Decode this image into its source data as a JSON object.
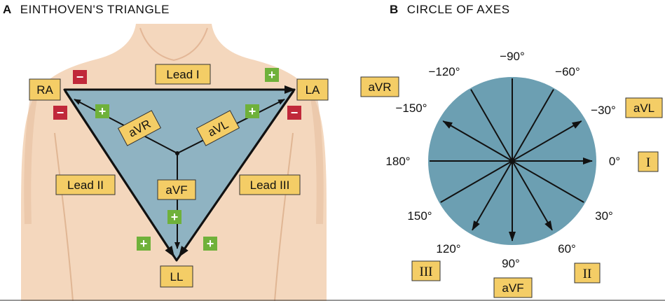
{
  "panel_a": {
    "letter": "A",
    "title": "EINTHOVEN'S TRIANGLE",
    "electrodes": {
      "ra": "RA",
      "la": "LA",
      "ll": "LL"
    },
    "leads": {
      "lead_i": "Lead I",
      "lead_ii": "Lead II",
      "lead_iii": "Lead III",
      "avr": "aVR",
      "avl": "aVL",
      "avf": "aVF"
    },
    "signs": {
      "plus": "+",
      "minus": "−"
    }
  },
  "panel_b": {
    "letter": "B",
    "title": "CIRCLE OF AXES",
    "angles": {
      "m90": "−90°",
      "m120": "−120°",
      "m60": "−60°",
      "m150": "−150°",
      "m30": "−30°",
      "a180": "180°",
      "a0": "0°",
      "a150": "150°",
      "a30": "30°",
      "a120": "120°",
      "a60": "60°",
      "a90": "90°"
    },
    "lead_labels": {
      "avr": "aVR",
      "avl": "aVL",
      "i": "I",
      "ii": "II",
      "iii": "III",
      "avf": "aVF"
    }
  },
  "colors": {
    "skin": "#f4d7bd",
    "skin_shadow": "#e6bfa0",
    "triangle": "#8fb3c2",
    "circle": "#6c9fb2",
    "label_box": "#f4cd66",
    "plus": "#6fb13a",
    "minus": "#c0283a"
  }
}
